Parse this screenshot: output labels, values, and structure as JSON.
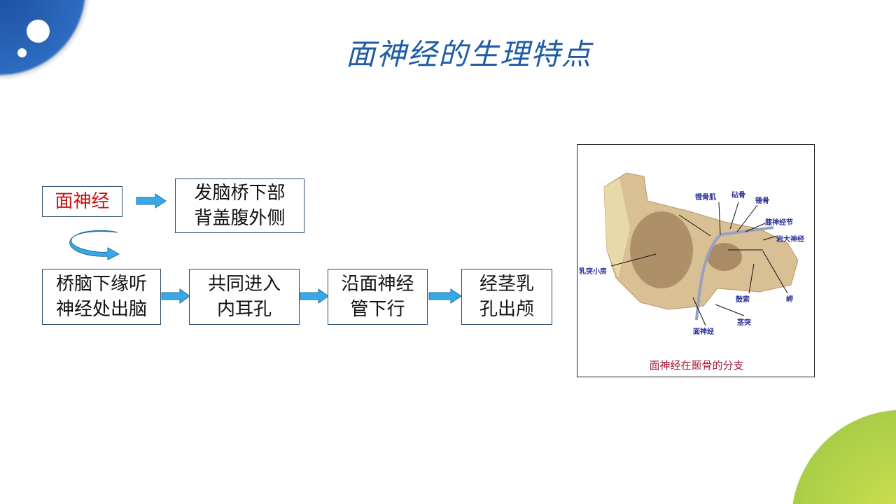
{
  "title": "面神经的生理特点",
  "flow": {
    "start": "面神经",
    "origin": {
      "line1": "发脑桥下部",
      "line2": "背盖腹外侧"
    },
    "steps": [
      {
        "line1": "桥脑下缘听",
        "line2": "神经处出脑"
      },
      {
        "line1": "共同进入",
        "line2": "内耳孔"
      },
      {
        "line1": "沿面神经",
        "line2": "管下行"
      },
      {
        "line1": "经茎乳",
        "line2": "孔出颅"
      }
    ]
  },
  "figure": {
    "caption": "面神经在颞骨的分支",
    "labels": {
      "stapedius": "镫骨肌",
      "incus": "砧骨",
      "malleus": "锤骨",
      "geniculate": "膝神经节",
      "petrosal": "岩大神经",
      "mastoid": "乳突小房",
      "chorda": "鼓索",
      "promontory": "岬",
      "styloid": "茎突",
      "facial": "面神经"
    }
  },
  "colors": {
    "title": "#1f5ca6",
    "start_text": "#cc1111",
    "arrow": "#3aa8e6",
    "caption": "#a11a3a"
  }
}
